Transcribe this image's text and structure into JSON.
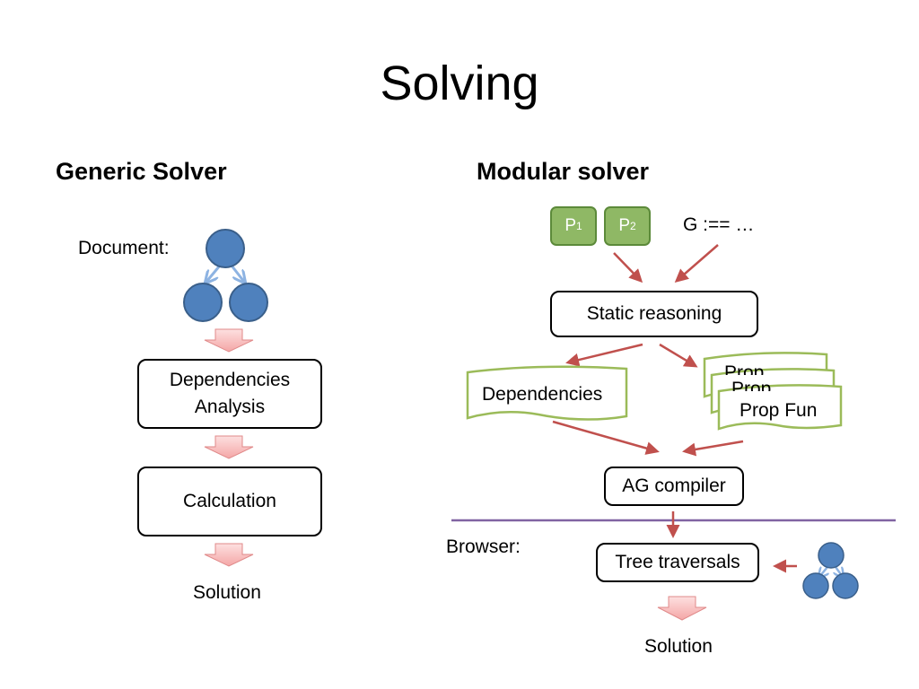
{
  "slide": {
    "title": "Solving"
  },
  "generic": {
    "heading": "Generic Solver",
    "document_label": "Document:",
    "step1": "Dependencies\nAnalysis",
    "step2": "Calculation",
    "result": "Solution"
  },
  "modular": {
    "heading": "Modular solver",
    "p1": {
      "letter": "P",
      "sub": "1"
    },
    "p2": {
      "letter": "P",
      "sub": "2"
    },
    "grammar": "G :== …",
    "static_reasoning": "Static reasoning",
    "dependencies": "Dependencies",
    "prop_back1": "Prop",
    "prop_back2": "Prop",
    "prop_fun": "Prop Fun",
    "ag_compiler": "AG compiler",
    "browser_label": "Browser:",
    "tree_traversals": "Tree traversals",
    "result": "Solution"
  },
  "colors": {
    "node_fill": "#4f81bd",
    "node_stroke": "#3a5f8a",
    "red_arrow": "#c0504d",
    "pink_arrow": "#f4a6a6",
    "green_doc": "#9bbb59",
    "divider": "#8064a2"
  }
}
